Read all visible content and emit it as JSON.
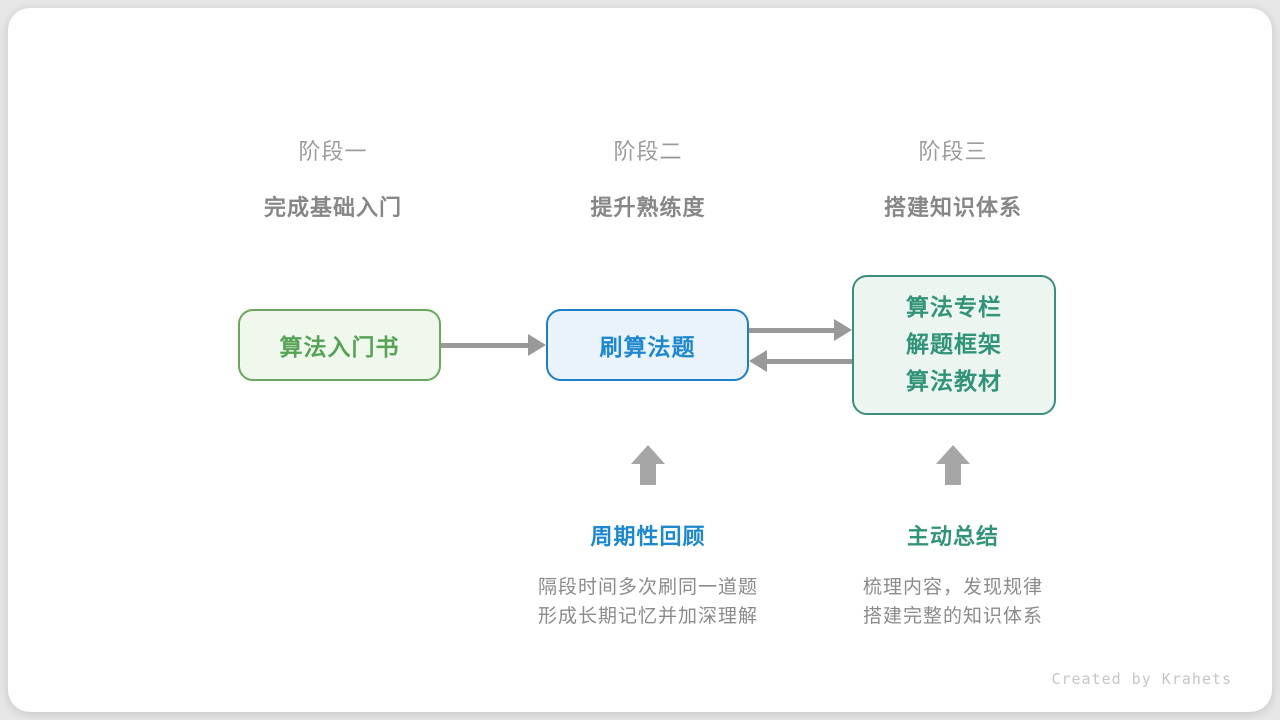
{
  "stages": [
    {
      "label": "阶段一",
      "subtitle": "完成基础入门"
    },
    {
      "label": "阶段二",
      "subtitle": "提升熟练度"
    },
    {
      "label": "阶段三",
      "subtitle": "搭建知识体系"
    }
  ],
  "nodes": {
    "intro_book": {
      "label": "算法入门书"
    },
    "practice": {
      "label": "刷算法题"
    },
    "resources": {
      "lines": [
        "算法专栏",
        "解题框架",
        "算法教材"
      ]
    }
  },
  "annotations": [
    {
      "title": "周期性回顾",
      "desc_line1": "隔段时间多次刷同一道题",
      "desc_line2": "形成长期记忆并加深理解"
    },
    {
      "title": "主动总结",
      "desc_line1": "梳理内容，发现规律",
      "desc_line2": "搭建完整的知识体系"
    }
  ],
  "credit": "Created by Krahets",
  "colors": {
    "green_text": "#56A356",
    "green_border": "#6BA75E",
    "green_bg": "#F0F7ED",
    "blue_text": "#1E88CE",
    "blue_border": "#1E7FC8",
    "blue_bg": "#EAF3FB",
    "teal_text": "#319478",
    "teal_border": "#3C8F7F",
    "teal_bg": "#EDF5F1",
    "arrow_gray": "#999999",
    "up_arrow_gray": "#A6A6A6",
    "stage_label_gray": "#9C9C9C",
    "stage_subtitle_gray": "#878787",
    "desc_gray": "#8B8B8B",
    "credit_gray": "#C6C6C6"
  }
}
